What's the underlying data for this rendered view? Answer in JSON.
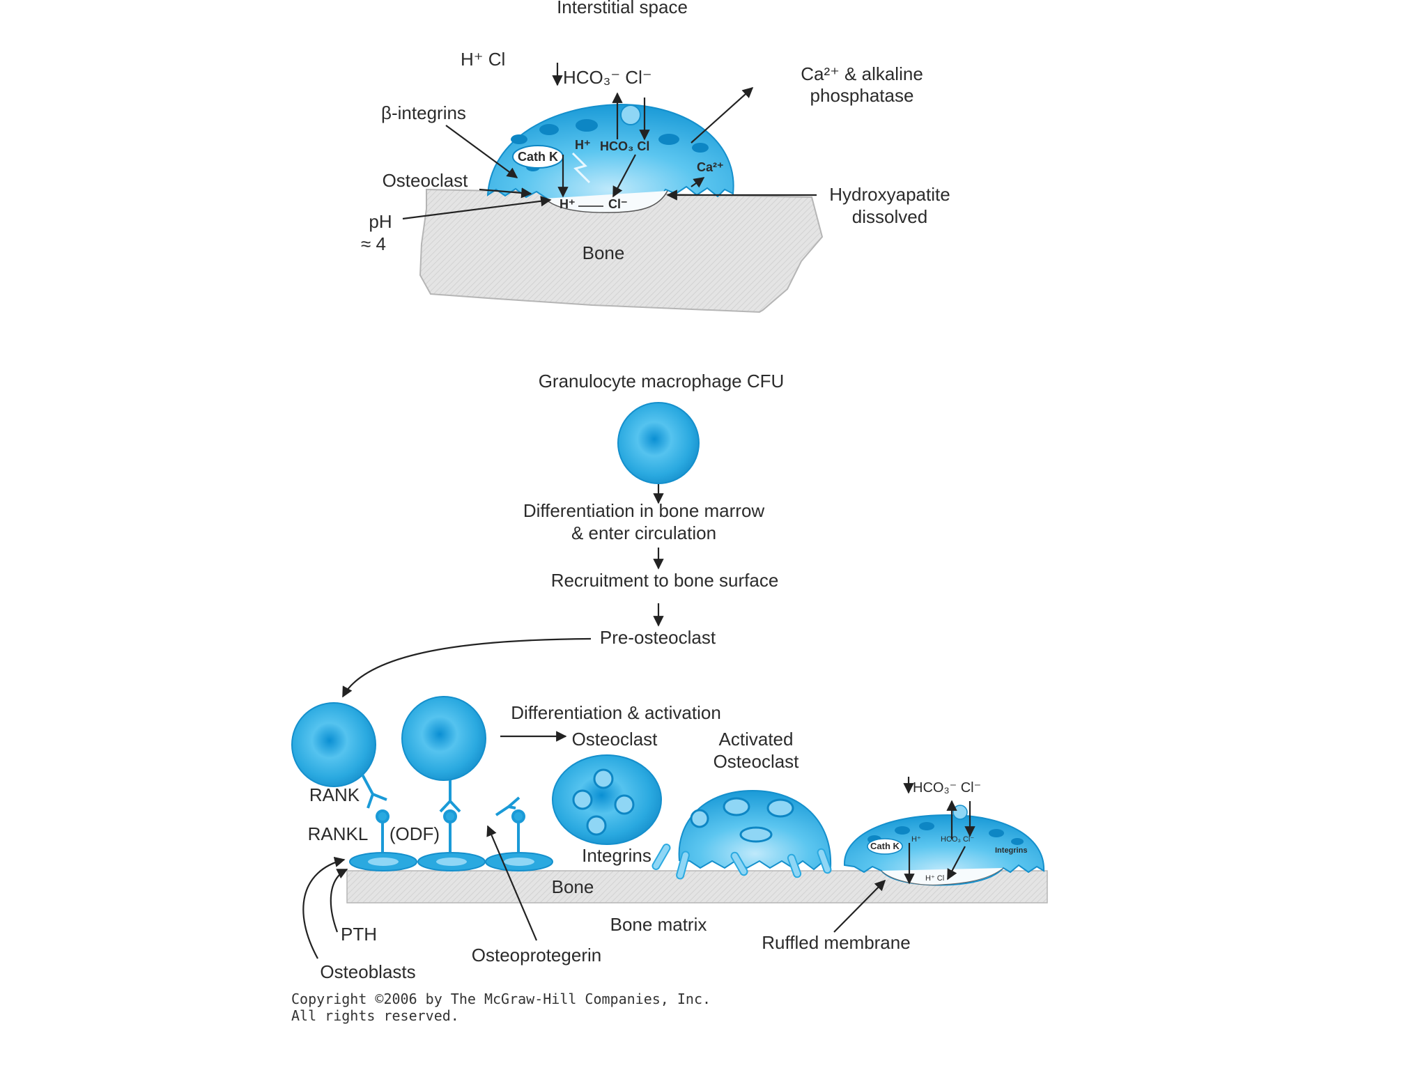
{
  "colors": {
    "cell_fill": "#2aa9e0",
    "cell_light": "#8fd6f5",
    "cell_dark": "#0d86c4",
    "bone_fill": "#e3e3e3",
    "bone_stroke": "#b5b5b5"
  },
  "top_panel": {
    "interstitial_space": "Interstitial space",
    "h_cl_top": "H⁺ Cl",
    "hco3_cl_top": "HCO₃⁻  Cl⁻",
    "ca_alkaline_line1": "Ca²⁺ & alkaline",
    "ca_alkaline_line2": "phosphatase",
    "beta_integrins": "β-integrins",
    "cath_k": "Cath K",
    "h_plus_cell": "H⁺",
    "hco3_cl_cell": "HCO₃ Cl",
    "ca2_cell": "Ca²⁺",
    "osteoclast": "Osteoclast",
    "h_plus_lacuna": "H⁺",
    "cl_lacuna": "Cl⁻",
    "hydroxyapatite_line1": "Hydroxyapatite",
    "hydroxyapatite_line2": "dissolved",
    "ph_line1": "pH",
    "ph_line2": "≈ 4",
    "bone": "Bone"
  },
  "flow": {
    "granulocyte": "Granulocyte macrophage CFU",
    "differentiation_line1": "Differentiation in bone marrow",
    "differentiation_line2": "& enter circulation",
    "recruitment": "Recruitment to bone surface",
    "pre_osteoclast": "Pre-osteoclast"
  },
  "bottom_panel": {
    "differentiation_activation": "Differentiation & activation",
    "osteoclast": "Osteoclast",
    "activated_line1": "Activated",
    "activated_line2": "Osteoclast",
    "rank": "RANK",
    "rankl": "RANKL",
    "odf": "(ODF)",
    "integrins": "Integrins",
    "bone": "Bone",
    "bone_matrix": "Bone matrix",
    "pth": "PTH",
    "osteoblasts": "Osteoblasts",
    "osteoprotegerin": "Osteoprotegerin",
    "ruffled_membrane": "Ruffled membrane",
    "mini_hco3_cl": "HCO₃⁻  Cl⁻",
    "mini_cath_k": "Cath K",
    "mini_h": "H⁺",
    "mini_hco3_cl_cell": "HCO₃ Cl⁻",
    "mini_integrins": "Integrins",
    "mini_h_cl_bottom": "H⁺  Cl"
  },
  "copyright_line1": "Copyright ©2006 by The McGraw-Hill Companies, Inc.",
  "copyright_line2": "All rights reserved."
}
